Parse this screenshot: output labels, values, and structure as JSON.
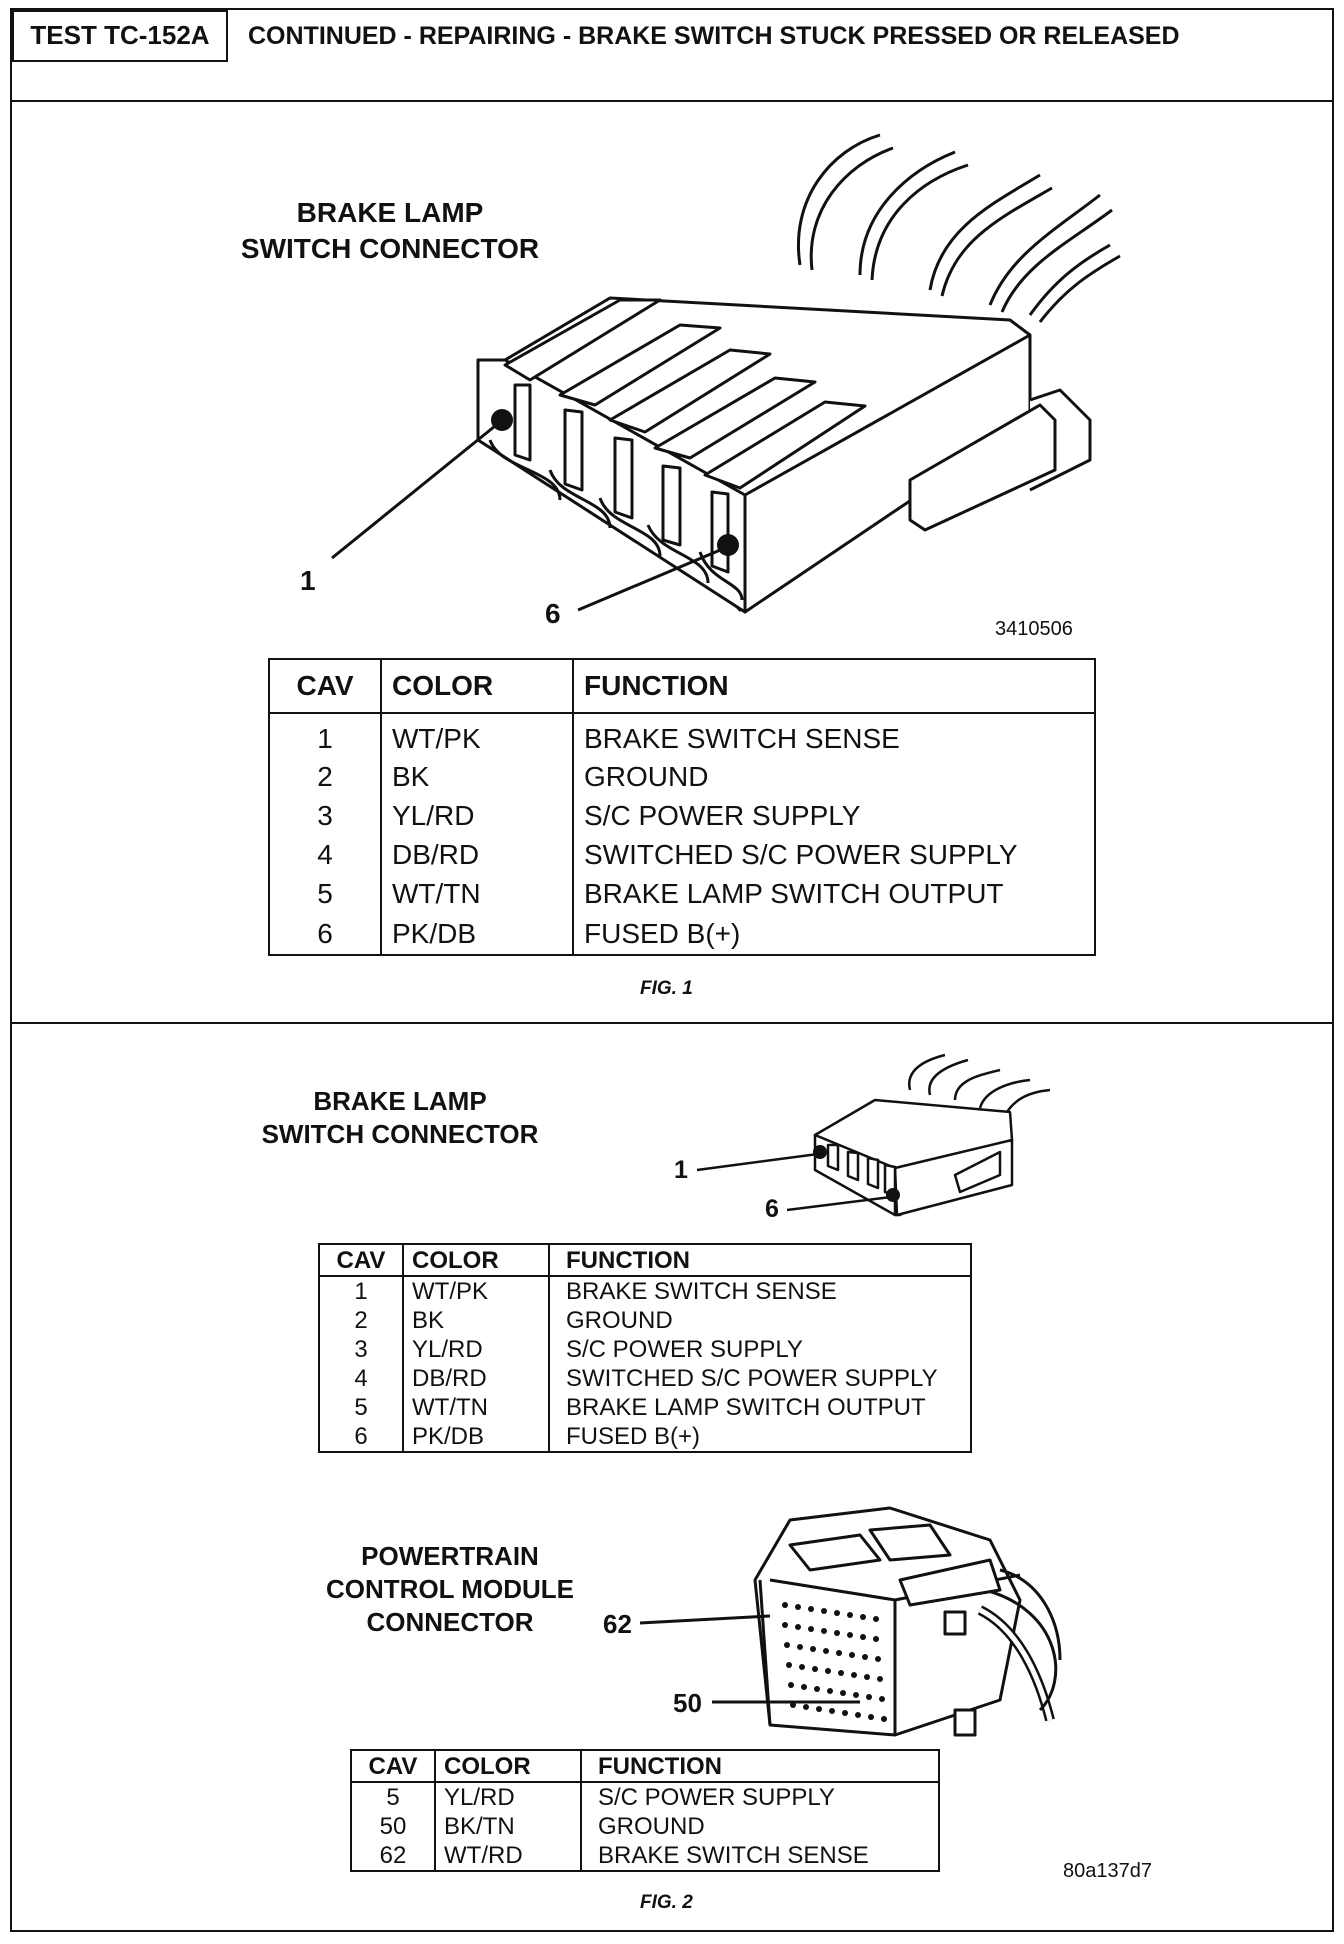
{
  "header": {
    "test_id": "TEST TC-152A",
    "title": "CONTINUED - REPAIRING - BRAKE SWITCH STUCK PRESSED OR RELEASED"
  },
  "fig1": {
    "label_line1": "BRAKE LAMP",
    "label_line2": "SWITCH CONNECTOR",
    "callout_1": "1",
    "callout_6": "6",
    "image_code": "3410506",
    "caption": "FIG. 1",
    "table": {
      "headers": [
        "CAV",
        "COLOR",
        "FUNCTION"
      ],
      "rows": [
        [
          "1",
          "WT/PK",
          "BRAKE SWITCH SENSE"
        ],
        [
          "2",
          "BK",
          "GROUND"
        ],
        [
          "3",
          "YL/RD",
          "S/C POWER SUPPLY"
        ],
        [
          "4",
          "DB/RD",
          "SWITCHED S/C POWER SUPPLY"
        ],
        [
          "5",
          "WT/TN",
          "BRAKE LAMP SWITCH OUTPUT"
        ],
        [
          "6",
          "PK/DB",
          "FUSED B(+)"
        ]
      ]
    }
  },
  "fig2": {
    "switch_label_line1": "BRAKE LAMP",
    "switch_label_line2": "SWITCH CONNECTOR",
    "callout_1": "1",
    "callout_6": "6",
    "switch_table": {
      "headers": [
        "CAV",
        "COLOR",
        "FUNCTION"
      ],
      "rows": [
        [
          "1",
          "WT/PK",
          "BRAKE SWITCH SENSE"
        ],
        [
          "2",
          "BK",
          "GROUND"
        ],
        [
          "3",
          "YL/RD",
          "S/C POWER SUPPLY"
        ],
        [
          "4",
          "DB/RD",
          "SWITCHED S/C POWER SUPPLY"
        ],
        [
          "5",
          "WT/TN",
          "BRAKE LAMP SWITCH OUTPUT"
        ],
        [
          "6",
          "PK/DB",
          "FUSED B(+)"
        ]
      ]
    },
    "pcm_label_line1": "POWERTRAIN",
    "pcm_label_line2": "CONTROL MODULE",
    "pcm_label_line3": "CONNECTOR",
    "callout_62": "62",
    "callout_50": "50",
    "pcm_table": {
      "headers": [
        "CAV",
        "COLOR",
        "FUNCTION"
      ],
      "rows": [
        [
          "5",
          "YL/RD",
          "S/C POWER SUPPLY"
        ],
        [
          "50",
          "BK/TN",
          "GROUND"
        ],
        [
          "62",
          "WT/RD",
          "BRAKE SWITCH SENSE"
        ]
      ]
    },
    "image_code": "80a137d7",
    "caption": "FIG. 2"
  }
}
